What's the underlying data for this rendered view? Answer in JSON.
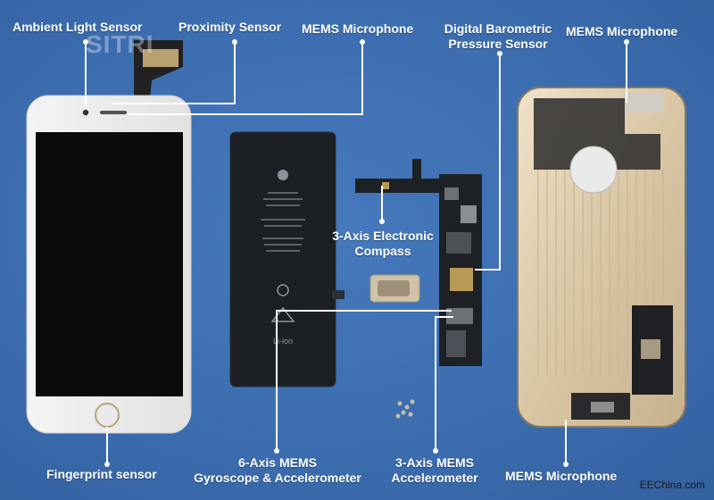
{
  "watermark": {
    "text": "SITRI"
  },
  "credit": "EEChina.com",
  "labels": {
    "ambient": "Ambient Light Sensor",
    "proximity": "Proximity Sensor",
    "mems_mic_top": "MEMS Microphone",
    "barometric_l1": "Digital Barometric",
    "barometric_l2": "Pressure Sensor",
    "mems_mic_right": "MEMS Microphone",
    "compass_l1": "3-Axis Electronic",
    "compass_l2": "Compass",
    "fingerprint": "Fingerprint sensor",
    "gyro_l1": "6-Axis MEMS",
    "gyro_l2": "Gyroscope & Accelerometer",
    "accel_l1": "3-Axis MEMS",
    "accel_l2": "Accelerometer",
    "mems_mic_bottom": "MEMS Microphone"
  },
  "battery_text": {
    "chem": "Li-ion"
  },
  "colors": {
    "background": "#3c6fb3",
    "leader_line": "#ffffff",
    "label_text": "#ffffff",
    "gold_case": "#d9c7a8",
    "battery": "#1c1f24",
    "screen": "#0b0b0d"
  }
}
